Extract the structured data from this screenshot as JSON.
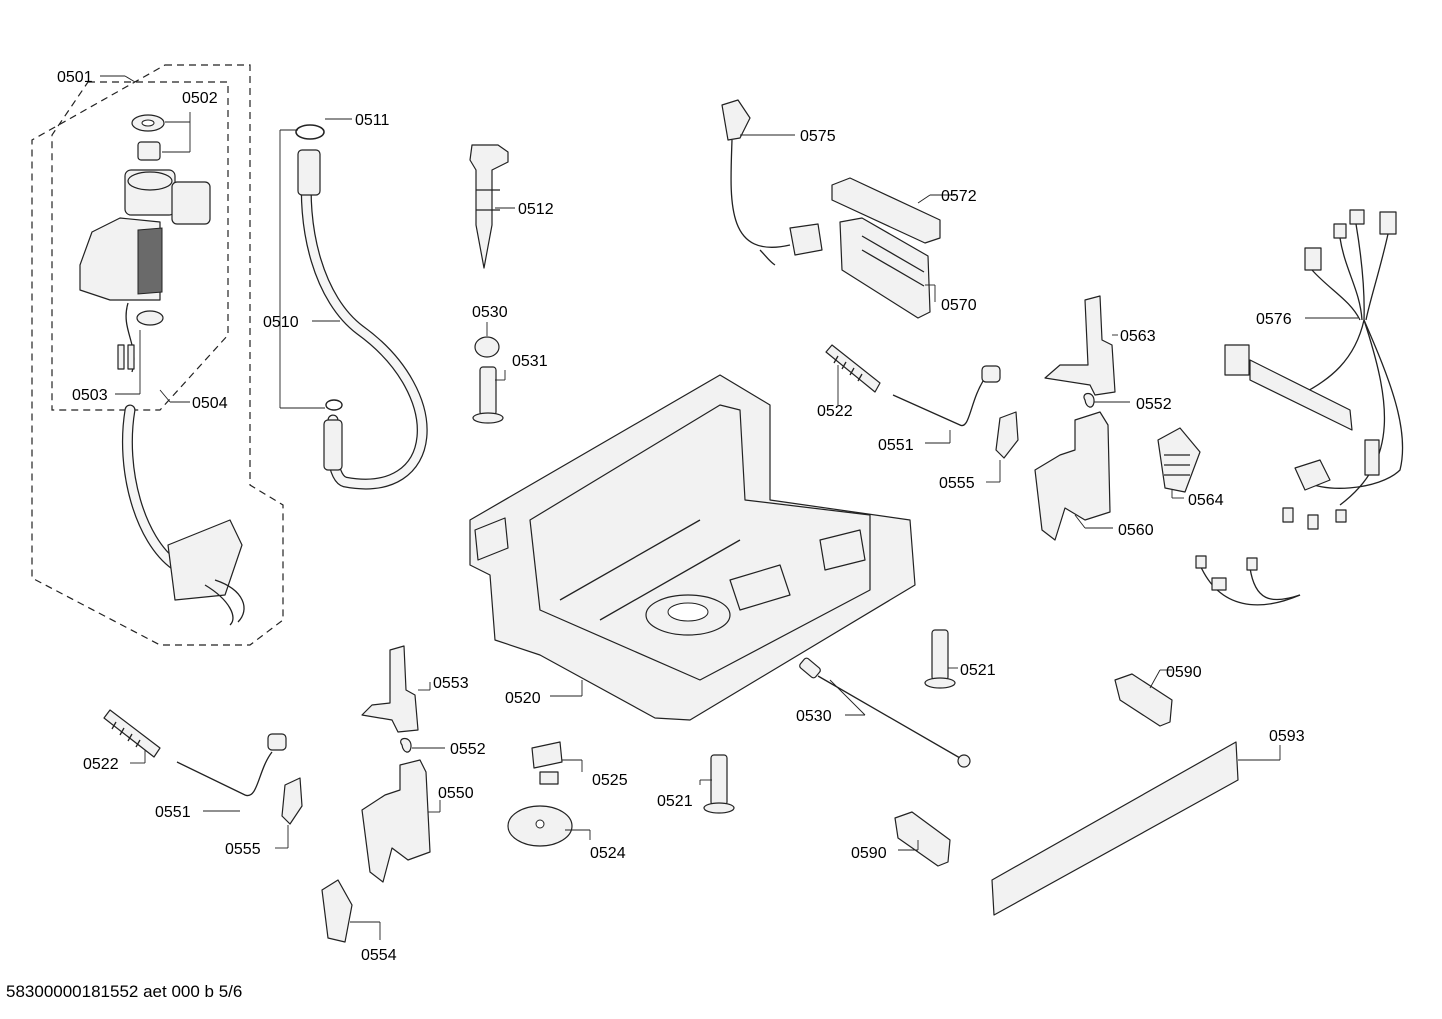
{
  "parts": [
    {
      "id": "p0501",
      "number": "0501"
    },
    {
      "id": "p0502",
      "number": "0502"
    },
    {
      "id": "p0503",
      "number": "0503"
    },
    {
      "id": "p0504",
      "number": "0504"
    },
    {
      "id": "p0510",
      "number": "0510"
    },
    {
      "id": "p0511",
      "number": "0511"
    },
    {
      "id": "p0512",
      "number": "0512"
    },
    {
      "id": "p0520",
      "number": "0520"
    },
    {
      "id": "p0521a",
      "number": "0521"
    },
    {
      "id": "p0521b",
      "number": "0521"
    },
    {
      "id": "p0522a",
      "number": "0522"
    },
    {
      "id": "p0522b",
      "number": "0522"
    },
    {
      "id": "p0524",
      "number": "0524"
    },
    {
      "id": "p0525",
      "number": "0525"
    },
    {
      "id": "p0530a",
      "number": "0530"
    },
    {
      "id": "p0530b",
      "number": "0530"
    },
    {
      "id": "p0531",
      "number": "0531"
    },
    {
      "id": "p0550",
      "number": "0550"
    },
    {
      "id": "p0551a",
      "number": "0551"
    },
    {
      "id": "p0551b",
      "number": "0551"
    },
    {
      "id": "p0552a",
      "number": "0552"
    },
    {
      "id": "p0552b",
      "number": "0552"
    },
    {
      "id": "p0553",
      "number": "0553"
    },
    {
      "id": "p0554",
      "number": "0554"
    },
    {
      "id": "p0555a",
      "number": "0555"
    },
    {
      "id": "p0555b",
      "number": "0555"
    },
    {
      "id": "p0560",
      "number": "0560"
    },
    {
      "id": "p0563",
      "number": "0563"
    },
    {
      "id": "p0564",
      "number": "0564"
    },
    {
      "id": "p0570",
      "number": "0570"
    },
    {
      "id": "p0572",
      "number": "0572"
    },
    {
      "id": "p0575",
      "number": "0575"
    },
    {
      "id": "p0576",
      "number": "0576"
    },
    {
      "id": "p0590a",
      "number": "0590"
    },
    {
      "id": "p0590b",
      "number": "0590"
    },
    {
      "id": "p0593",
      "number": "0593"
    }
  ],
  "footer": "58300000181552 aet 000 b 5/6"
}
